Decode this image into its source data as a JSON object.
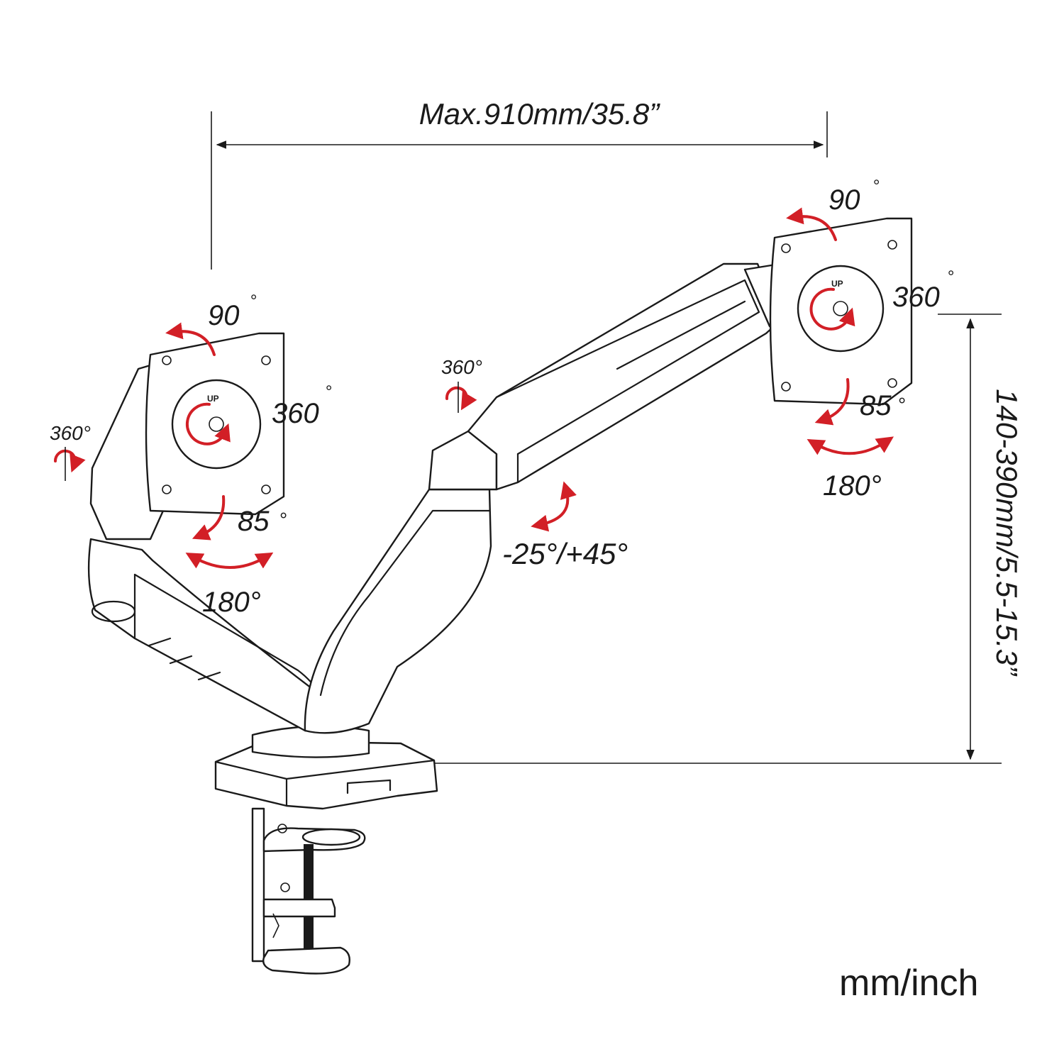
{
  "dimensions": {
    "reach": "Max.910mm/35.8”",
    "height": "140-390mm/5.5-15.3”",
    "units": "mm/inch"
  },
  "left_head": {
    "tilt": "90",
    "tilt_deg": "°",
    "rotate": "360",
    "rotate_deg": "°",
    "swivel": "85",
    "swivel_deg": "°",
    "pan": "180°",
    "arm_rotate": "360°",
    "up_mark": "UP"
  },
  "right_head": {
    "tilt": "90",
    "tilt_deg": "°",
    "rotate": "360",
    "rotate_deg": "°",
    "swivel": "85",
    "swivel_deg": "°",
    "pan": "180°",
    "up_mark": "UP"
  },
  "arm": {
    "joint_rotate": "360°",
    "elevation": "-25°/+45°"
  },
  "colors": {
    "line": "#1a1a1a",
    "accent": "#d21f26"
  }
}
